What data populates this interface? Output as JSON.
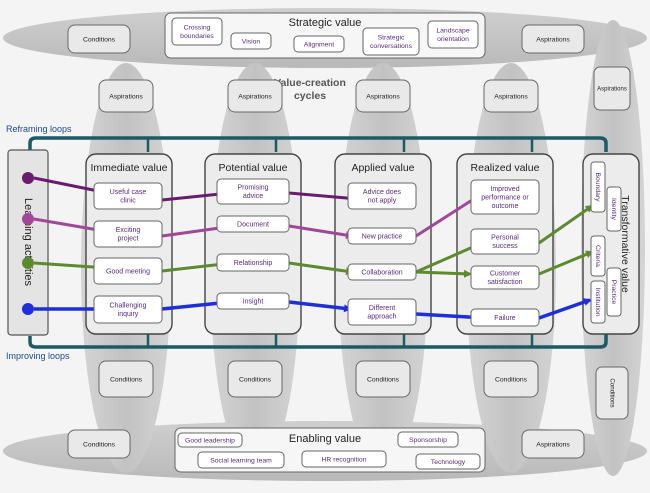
{
  "strategic": {
    "title": "Strategic value",
    "items": [
      "Crossing boundaries",
      "Vision",
      "Alignment",
      "Strategic conversations",
      "Landscape orientation"
    ]
  },
  "enabling": {
    "title": "Enabling value",
    "items": [
      "Good leadership",
      "Social learning team",
      "HR recognition",
      "Sponsorship",
      "Technology"
    ]
  },
  "cycles_label": "Value-creation cycles",
  "reframing_label": "Reframing loops",
  "improving_label": "Improving loops",
  "learning_label": "Learning activities",
  "conditions_label": "Conditions",
  "aspirations_label": "Aspirations",
  "columns": [
    {
      "title": "Immediate value",
      "items": [
        "Useful case clinic",
        "Exciting project",
        "Good meeting",
        "Challenging inquiry"
      ]
    },
    {
      "title": "Potential value",
      "items": [
        "Promising advice",
        "Document",
        "Relationship",
        "Insight"
      ]
    },
    {
      "title": "Applied value",
      "items": [
        "Advice does not apply",
        "New practice",
        "Collaboration",
        "Different approach"
      ]
    },
    {
      "title": "Realized value",
      "items": [
        "Improved performance or outcome",
        "Personal success",
        "Customer satisfaction",
        "Failure"
      ]
    }
  ],
  "transformative": {
    "title": "Transformative value",
    "items": [
      "Boundary",
      "Identity",
      "Criteria",
      "Practice",
      "Institution"
    ]
  },
  "colors": {
    "purple": "#6a1b6e",
    "pink": "#a0479a",
    "green": "#5c8a2e",
    "blue": "#1f2fd8",
    "loop": "#1d5a66"
  }
}
